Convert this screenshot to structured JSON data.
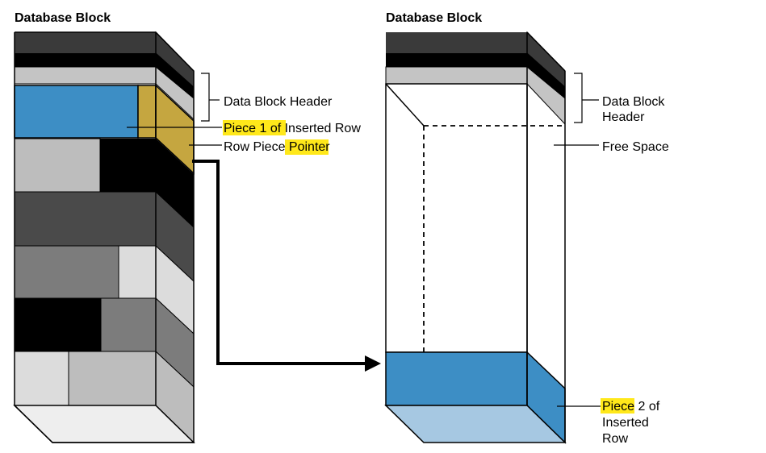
{
  "left_block": {
    "title": "Database Block"
  },
  "right_block": {
    "title": "Database Block"
  },
  "labels": {
    "left_header": "Data Block Header",
    "piece1_highlight": "Piece 1 o",
    "piece1_rest": "f Inserted Row",
    "pointer_plain": "Row Piece ",
    "pointer_highlight": "Pointe",
    "pointer_rest": "r",
    "right_header_line1": "Data Block",
    "right_header_line2": "Header",
    "free_space": "Free Space",
    "piece2_highlight": "Piece 2",
    "piece2_line1_rest": " of",
    "piece2_line2": "Inserted",
    "piece2_line3": "Row"
  },
  "colors": {
    "dark_gray": "#3a3a3a",
    "black": "#000000",
    "light_gray": "#c4c4c4",
    "row_blue": "#3d8ec5",
    "pointer_gold": "#c5a640",
    "mid_gray": "#7c7c7c",
    "pale_gray": "#dcdcdc",
    "free_blue_light": "#a6c8e2",
    "highlight": "#ffe81a"
  }
}
